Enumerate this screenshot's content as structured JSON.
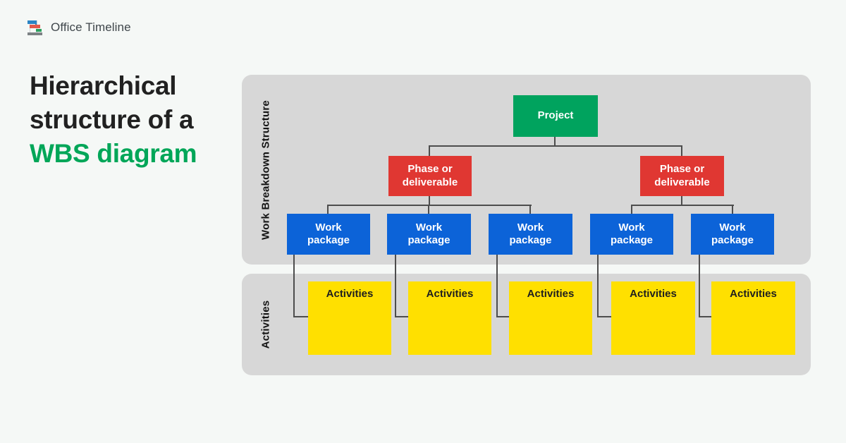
{
  "logo": {
    "text": "Office Timeline"
  },
  "title": {
    "line1": "Hierarchical",
    "line2": "structure of a",
    "line3": "WBS diagram"
  },
  "diagram": {
    "wbs_panel_label": "Work Breakdown Structure",
    "activities_panel_label": "Activities",
    "project": {
      "label": "Project"
    },
    "phases": [
      {
        "line1": "Phase or",
        "line2": "deliverable"
      },
      {
        "line1": "Phase or",
        "line2": "deliverable"
      }
    ],
    "work_packages": [
      {
        "line1": "Work",
        "line2": "package"
      },
      {
        "line1": "Work",
        "line2": "package"
      },
      {
        "line1": "Work",
        "line2": "package"
      },
      {
        "line1": "Work",
        "line2": "package"
      },
      {
        "line1": "Work",
        "line2": "package"
      }
    ],
    "activities": [
      {
        "label": "Activities"
      },
      {
        "label": "Activities"
      },
      {
        "label": "Activities"
      },
      {
        "label": "Activities"
      },
      {
        "label": "Activities"
      }
    ],
    "colors": {
      "project_green": "#00a35e",
      "phase_red": "#e03732",
      "work_package_blue": "#0c63d8",
      "activities_yellow": "#ffe000",
      "panel_gray": "#d7d7d7",
      "connector_gray": "#4d4d4d",
      "title_accent_green": "#00a658",
      "title_text": "#212121",
      "background": "#f5f8f6"
    }
  }
}
